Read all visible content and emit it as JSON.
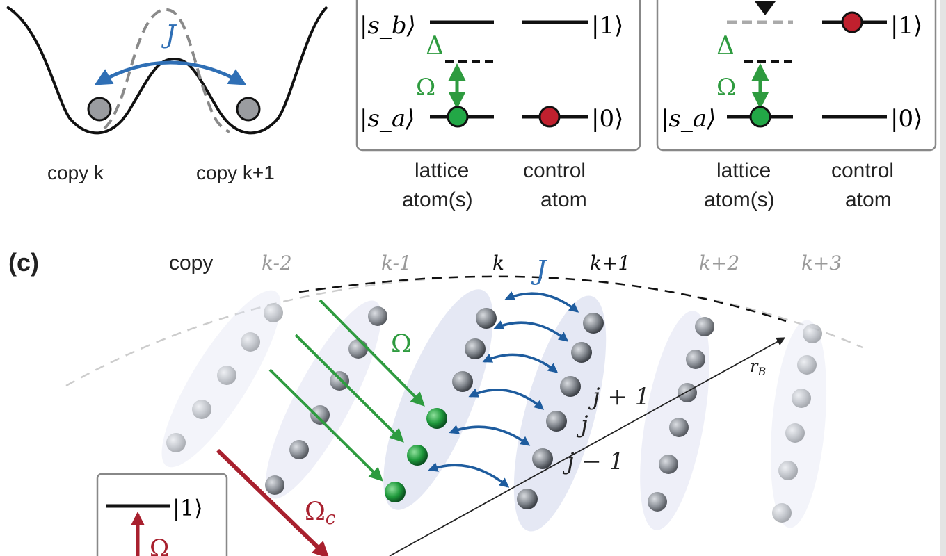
{
  "panel_a": {
    "coupling": "J",
    "copy_left": "copy k",
    "copy_right": "copy k+1"
  },
  "panel_b": {
    "ket_sb": "|s_b⟩",
    "ket_sa": "|s_a⟩",
    "ket_1": "|1⟩",
    "ket_0": "|0⟩",
    "delta": "Δ",
    "omega": "Ω",
    "lattice_label": [
      "lattice",
      "atom(s)"
    ],
    "control_label": [
      "control",
      "atom"
    ]
  },
  "panel_b2": {
    "ket_sa": "|s_a⟩",
    "ket_1": "|1⟩",
    "ket_0": "|0⟩",
    "delta": "Δ",
    "omega": "Ω",
    "lattice_label": [
      "lattice",
      "atom(s)"
    ],
    "control_label": [
      "control",
      "atom"
    ]
  },
  "panel_c": {
    "label": "(c)",
    "copy_word": "copy",
    "copies": [
      "k-2",
      "k-1",
      "k",
      "k+1",
      "k+2",
      "k+3"
    ],
    "coupling": "J",
    "omega": "Ω",
    "omega_c": "Ω",
    "omega_c_sub": "c",
    "r_b": "r",
    "r_b_sub": "B",
    "j_plus": "j + 1",
    "j": "j",
    "j_minus": "j − 1",
    "inset_ket": "|1⟩",
    "inset_omega": "Ω"
  },
  "colors": {
    "green": "#2e9b3f",
    "green_atom": "#22a746",
    "blue": "#2f6fb5",
    "red": "#a8202e",
    "red_atom": "#c0202e",
    "gray_atom": "#7d8188",
    "ellipse": "#dfe3f2"
  }
}
